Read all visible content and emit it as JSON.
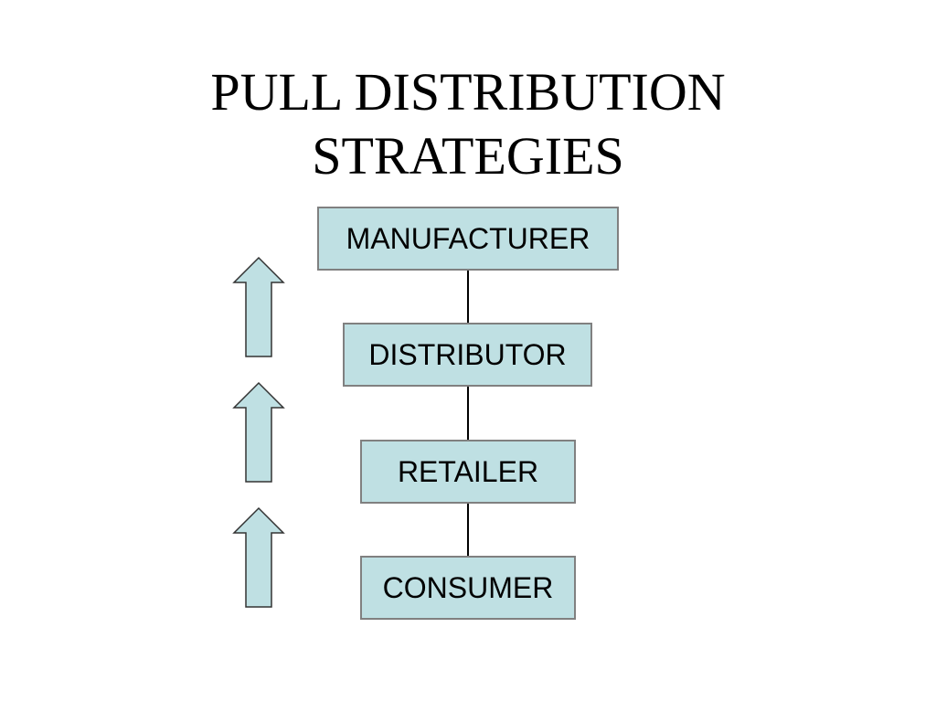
{
  "title": {
    "line1": "PULL DISTRIBUTION",
    "line2": "STRATEGIES"
  },
  "chain": [
    {
      "label": "MANUFACTURER"
    },
    {
      "label": "DISTRIBUTOR"
    },
    {
      "label": "RETAILER"
    },
    {
      "label": "CONSUMER"
    }
  ],
  "arrow_direction": "up",
  "arrow_count": 3,
  "colors": {
    "box_fill": "#bfe0e3",
    "box_border": "#808080",
    "arrow_fill": "#bfe0e3",
    "arrow_stroke": "#333333",
    "connector": "#000000",
    "text": "#000000"
  }
}
